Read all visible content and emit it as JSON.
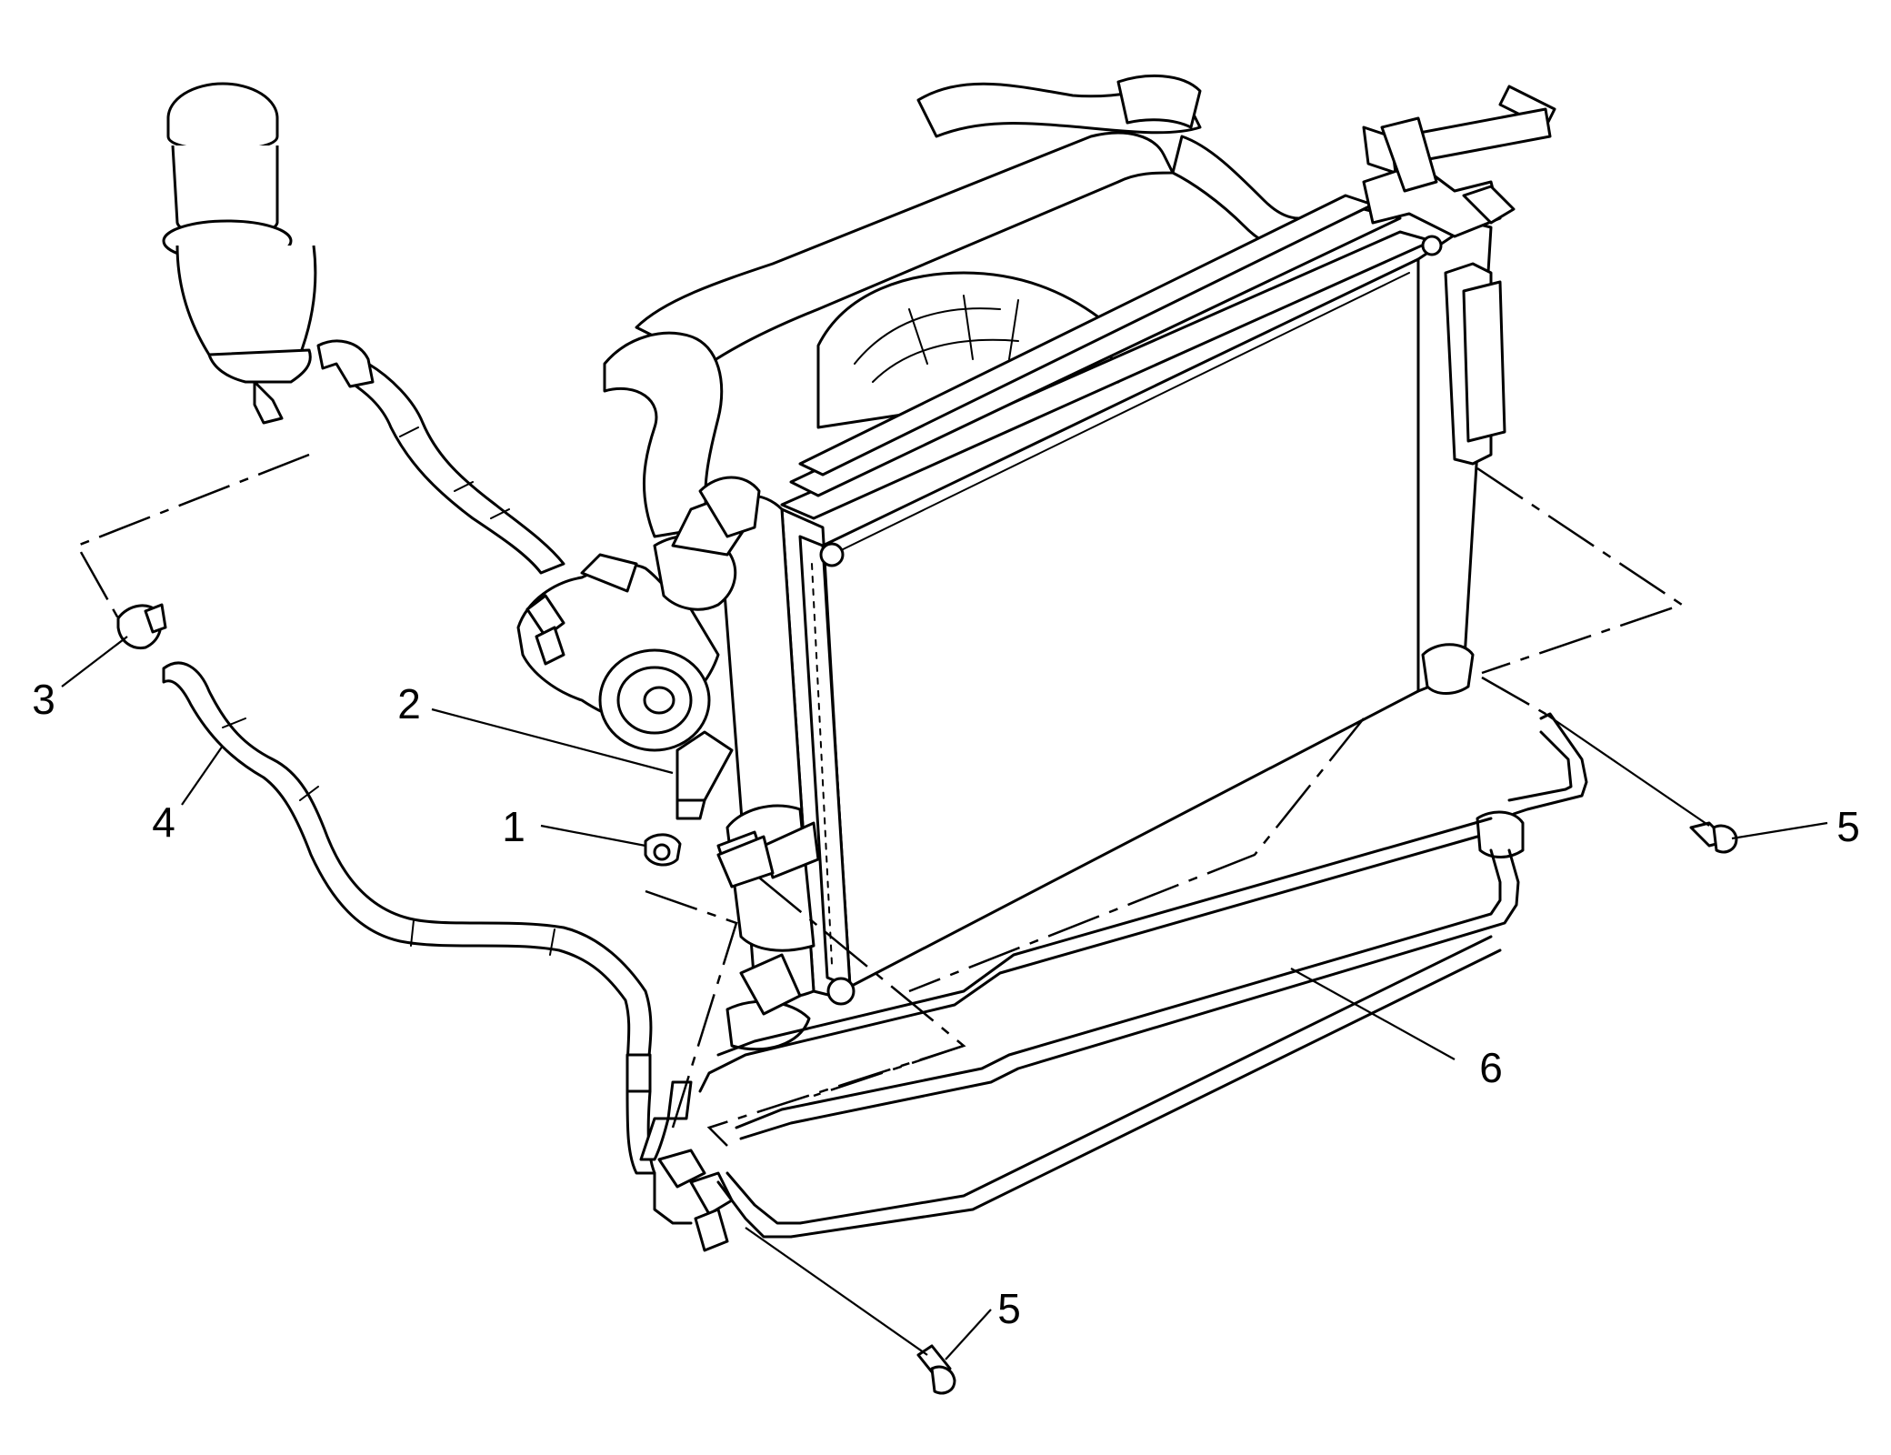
{
  "callouts": [
    {
      "id": "callout-1",
      "label": "1"
    },
    {
      "id": "callout-2",
      "label": "2"
    },
    {
      "id": "callout-3",
      "label": "3"
    },
    {
      "id": "callout-4",
      "label": "4"
    },
    {
      "id": "callout-5a",
      "label": "5"
    },
    {
      "id": "callout-5b",
      "label": "5"
    },
    {
      "id": "callout-6",
      "label": "6"
    }
  ]
}
